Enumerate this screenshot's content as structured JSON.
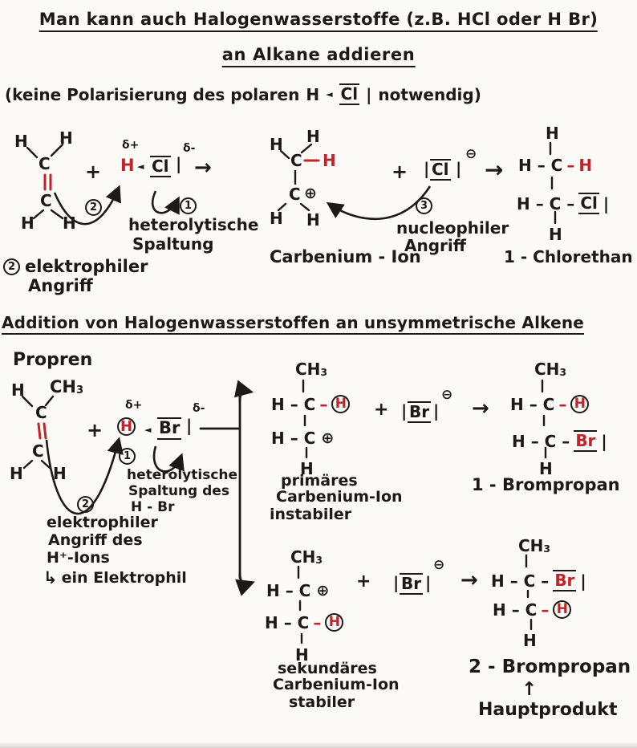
{
  "colors": {
    "ink": "#1c1916",
    "red": "#c2232a",
    "paper": "#fbfaf7"
  },
  "header": {
    "title_line1": "Man kann auch Halogenwasserstoffe (z.B. HCl oder H Br)",
    "title_line2": "an Alkane addieren",
    "note": "(keine Polarisierung des polaren",
    "note_h": "H",
    "note_wedge": "◄",
    "note_cl": "Cl",
    "note_bar": "|",
    "note_end": "notwendig)"
  },
  "mech1": {
    "ethene": {
      "h1": "H",
      "h2": "H",
      "c1": "C",
      "c2": "C",
      "h3": "H",
      "h4": "H"
    },
    "plus": "+",
    "step2": "2",
    "hcl": {
      "delta_plus": "δ+",
      "h": "H",
      "wedge": "◄",
      "cl": "Cl",
      "bar": "|",
      "delta_minus": "δ-",
      "arrow": "→",
      "step1": "1",
      "label1": "heterolytische",
      "label2": "Spaltung"
    },
    "legend": {
      "num": "2",
      "line1": "elektrophiler",
      "line2": "Angriff"
    },
    "carbenium": {
      "h1": "H",
      "h2": "H",
      "c1": "C",
      "dash": "–",
      "h_red": "H",
      "c2": "C",
      "charge": "⊕",
      "h3": "H",
      "h4": "H",
      "label": "Carbenium - Ion"
    },
    "plus2": "+",
    "chloride": {
      "bar1": "|",
      "cl": "Cl",
      "bar2": "|",
      "charge": "⊖",
      "step3": "3",
      "label1": "nucleophiler",
      "label2": "Angriff"
    },
    "arrow2": "→",
    "chlorethan": {
      "h_top": "H",
      "row1_left": "H – C",
      "row1_dash": "–",
      "row1_h": "H",
      "row2_left": "H – C –",
      "cl": "Cl",
      "bar": "|",
      "h_bottom": "H",
      "name": "1 - Chlorethan"
    }
  },
  "section2": {
    "heading": "Addition von Halogenwasserstoffen an unsymmetrische Alkene",
    "propren_label": "Propren",
    "propene": {
      "h1": "H",
      "ch": "CH",
      "three": "3",
      "c1": "C",
      "c2": "C",
      "h2": "H",
      "h3": "H"
    },
    "plus": "+",
    "hbr": {
      "delta_plus": "δ+",
      "h": "H",
      "wedge": "◄",
      "br": "Br",
      "bar": "|",
      "delta_minus": "δ-",
      "step1": "1",
      "label1": "heterolytische",
      "label2": "Spaltung des",
      "label3": "H - Br"
    },
    "attack": {
      "step2": "2",
      "line1": "elektrophiler",
      "line2": "Angriff des",
      "line3": "H⁺-Ions",
      "note_arrow": "↳",
      "note": "ein Elektrophil"
    },
    "primary": {
      "ch": "CH",
      "three": "3",
      "row1_left": "H – C",
      "row1_dash": "–",
      "row1_h": "H",
      "row2_left": "H – C",
      "charge": "⊕",
      "h_bottom": "H",
      "label1": "primäres",
      "label2": "Carbenium-Ion",
      "label3": "instabiler"
    },
    "bromide1": {
      "plus": "+",
      "bar1": "|",
      "br": "Br",
      "bar2": "|",
      "charge": "⊖"
    },
    "arrow1": "→",
    "brompropan1": {
      "ch": "CH",
      "three": "3",
      "row1_left": "H – C",
      "row1_dash": "–",
      "row1_h": "H",
      "row2_left": "H – C –",
      "br": "Br",
      "bar": "|",
      "h_bottom": "H",
      "name": "1 - Brompropan"
    },
    "secondary": {
      "ch": "CH",
      "three": "3",
      "row1_left": "H – C",
      "charge": "⊕",
      "row2_left": "H – C",
      "row2_dash": "–",
      "row2_h": "H",
      "h_bottom": "H",
      "label1": "sekundäres",
      "label2": "Carbenium-Ion",
      "label3": "stabiler"
    },
    "bromide2": {
      "plus": "+",
      "bar1": "|",
      "br": "Br",
      "bar2": "|",
      "charge": "⊖"
    },
    "arrow2": "→",
    "brompropan2": {
      "ch": "CH",
      "three": "3",
      "row1_left": "H – C –",
      "br": "Br",
      "bar": "|",
      "row2_left": "H – C",
      "row2_dash": "–",
      "row2_h": "H",
      "h_bottom": "H",
      "name": "2 - Brompropan",
      "up_arrow": "↑",
      "main_label": "Hauptprodukt"
    }
  }
}
